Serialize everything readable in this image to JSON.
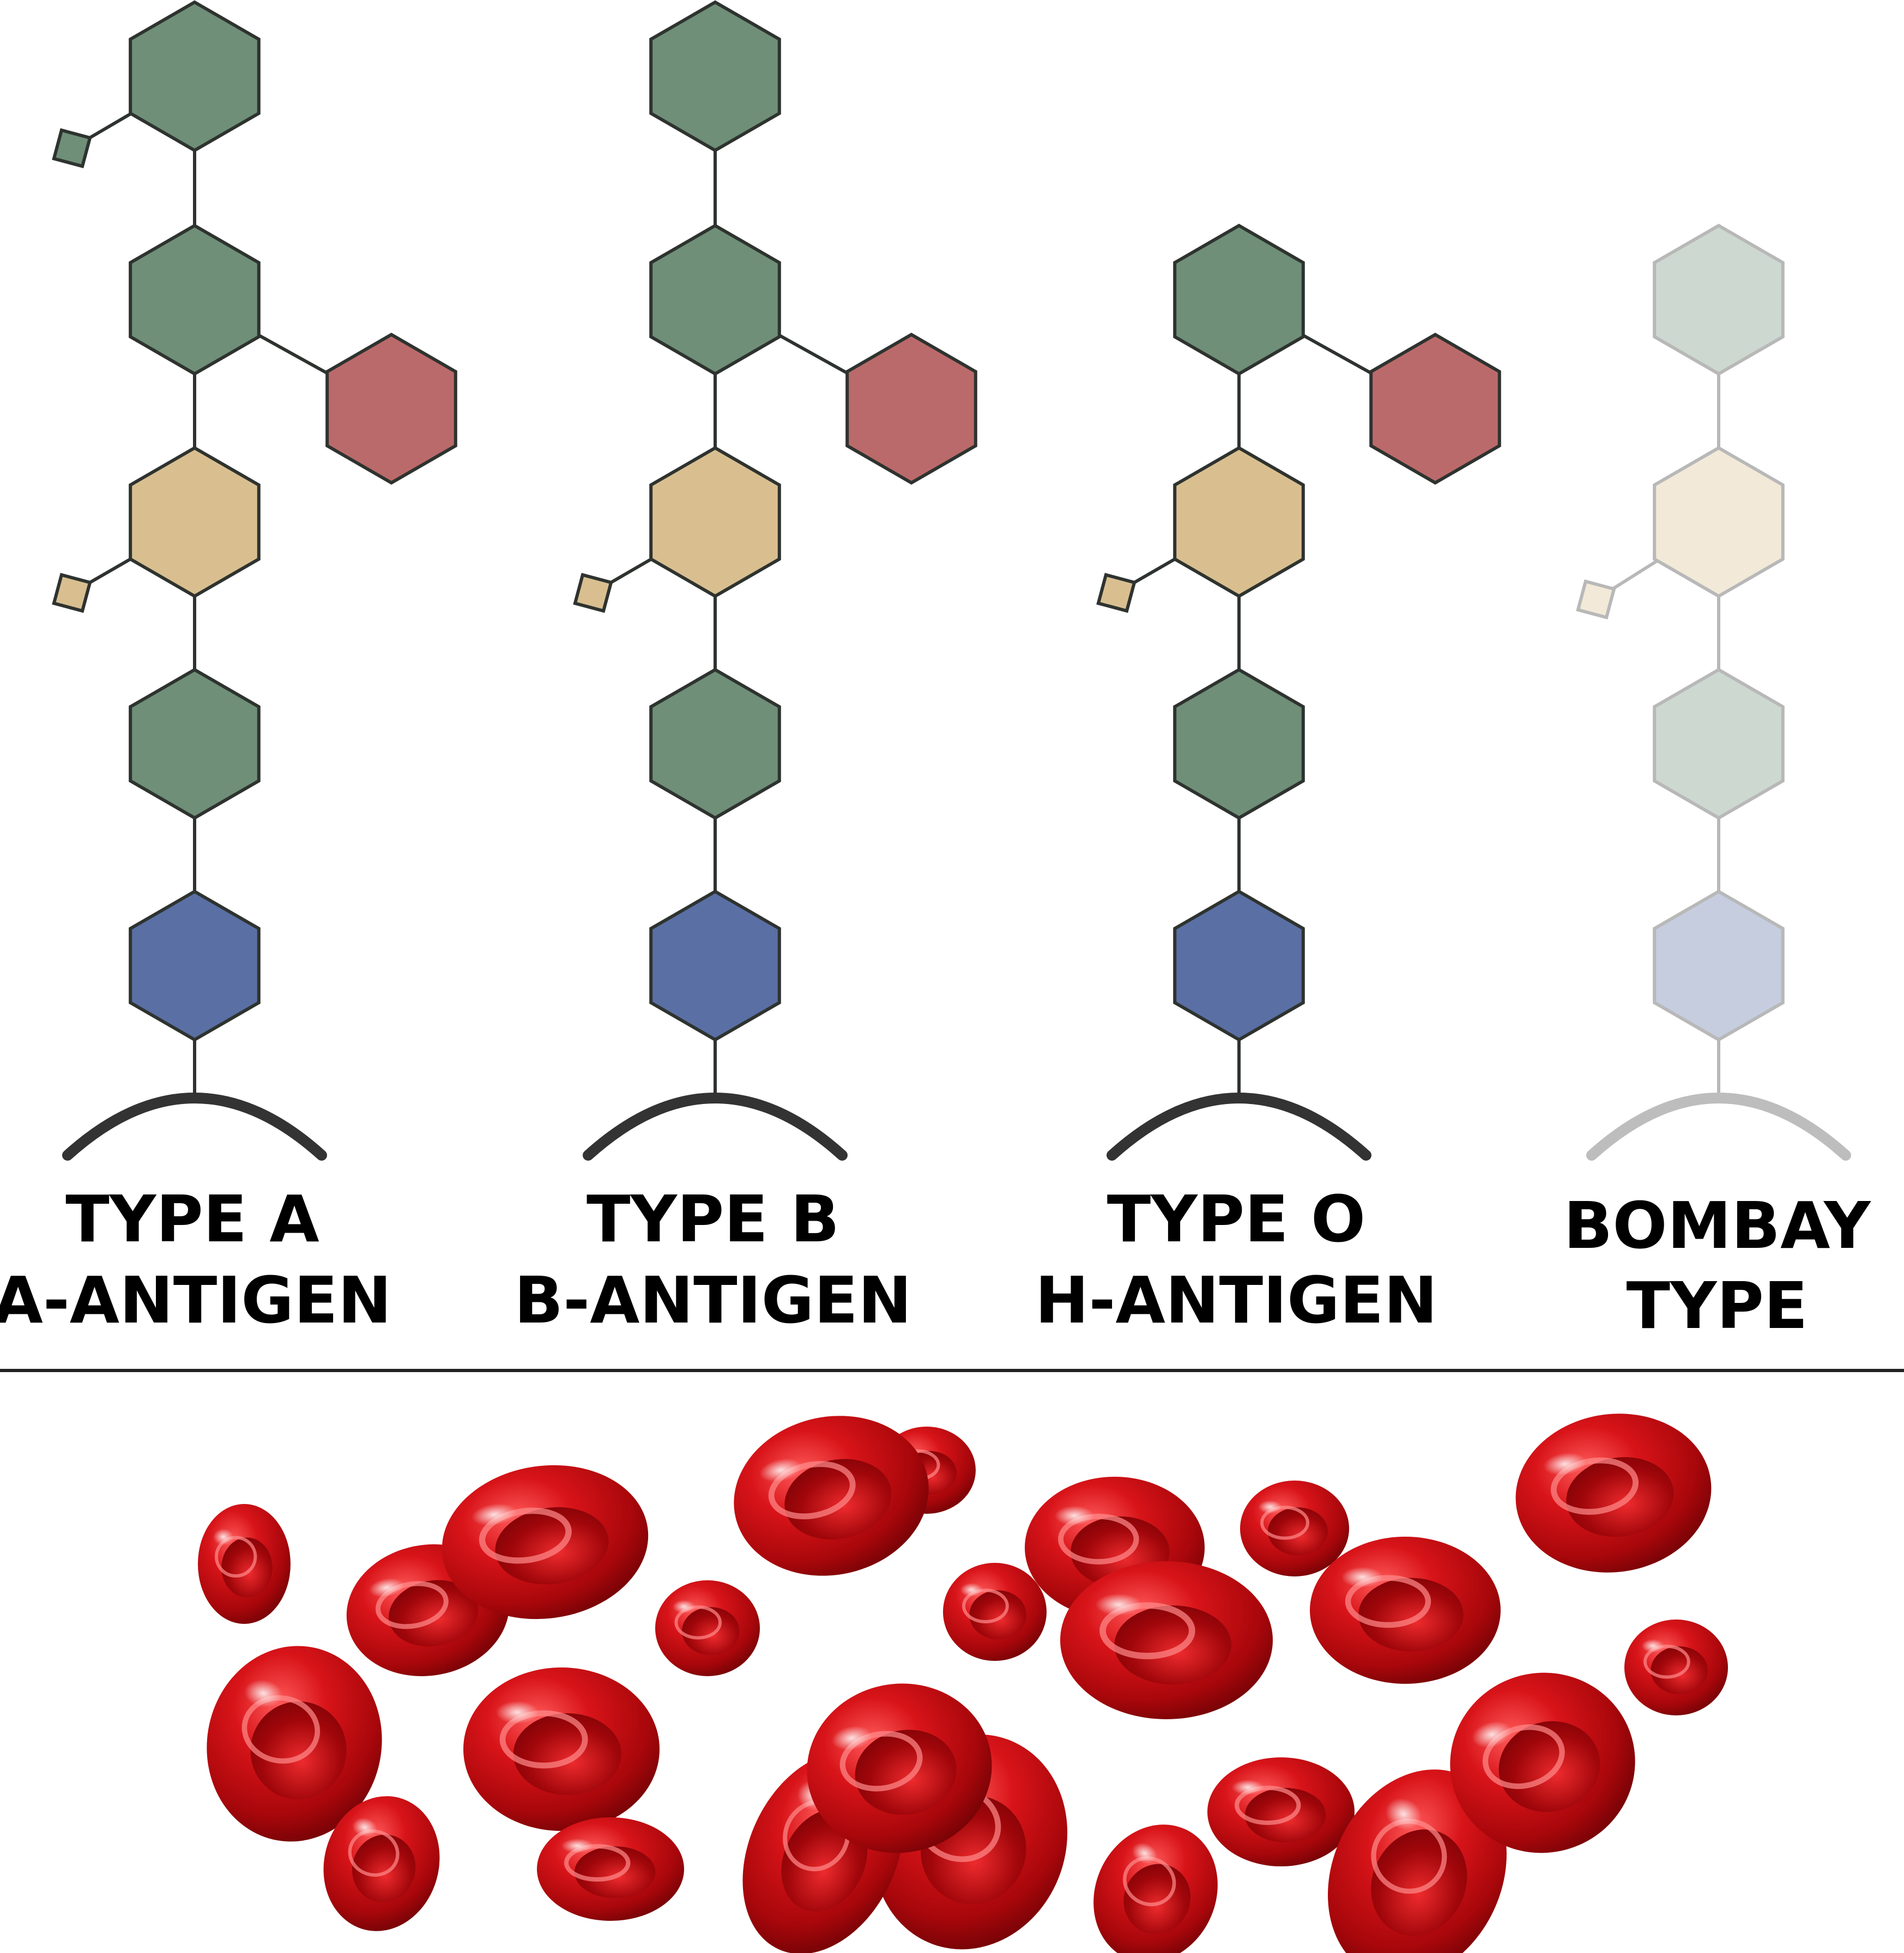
{
  "colors": {
    "green": "#6f8f78",
    "red": "#bb6a6b",
    "tan": "#d9bf90",
    "blue": "#5a6fa4",
    "line": "#2e332f",
    "membrane": "#333333",
    "faded_line": "#b8b8b8",
    "blood_cell": "#c40d12",
    "divider": "#222222"
  },
  "columns": [
    {
      "id": "type-a",
      "label_line1": "TYPE A",
      "label_line2": "A-ANTIGEN",
      "faded": false,
      "chain": [
        "blue",
        "green",
        "tan",
        "green",
        "green"
      ],
      "branches": [
        "red-hexagon",
        "tan-square",
        "green-square"
      ]
    },
    {
      "id": "type-b",
      "label_line1": "TYPE B",
      "label_line2": "B-ANTIGEN",
      "faded": false,
      "chain": [
        "blue",
        "green",
        "tan",
        "green",
        "green"
      ],
      "branches": [
        "red-hexagon",
        "tan-square"
      ]
    },
    {
      "id": "type-o",
      "label_line1": "TYPE O",
      "label_line2": "H-ANTIGEN",
      "faded": false,
      "chain": [
        "blue",
        "green",
        "tan",
        "green"
      ],
      "branches": [
        "red-hexagon",
        "tan-square"
      ]
    },
    {
      "id": "bombay",
      "label_line1": "BOMBAY",
      "label_line2": "TYPE",
      "faded": true,
      "chain": [
        "blue",
        "green",
        "tan",
        "green"
      ],
      "branches": [
        "tan-square"
      ]
    }
  ],
  "blood_cells_icon": "red-blood-cells-illustration"
}
